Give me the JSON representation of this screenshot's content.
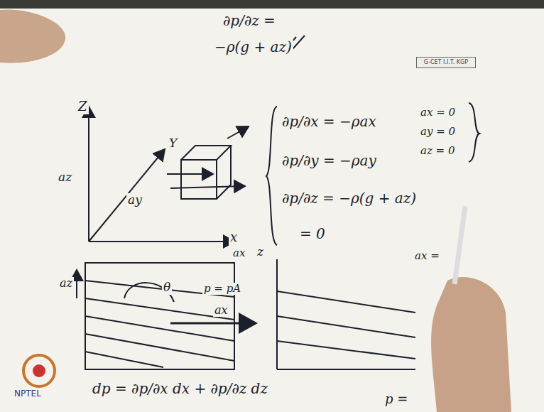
{
  "diagram": {
    "nodes": [
      {
        "text": [
          "G-CET I.I.T. KGP"
        ]
      }
    ],
    "labels": [
      "∂p/∂z =",
      "−ρ(g + az)",
      "Z",
      "az",
      "ay",
      "Y",
      "x",
      "∂p/∂x = −ρax",
      "∂p/∂y = −ρay",
      "∂p/∂z = −ρ(g + az)",
      "= 0",
      "ax = 0",
      "ay = 0",
      "az = 0",
      "z",
      "ax",
      "az",
      "θ",
      "p = pA",
      "ax",
      "ax =",
      "dp = ∂p/∂x dx + ∂p/∂z dz",
      "p =",
      "NPTEL"
    ]
  }
}
